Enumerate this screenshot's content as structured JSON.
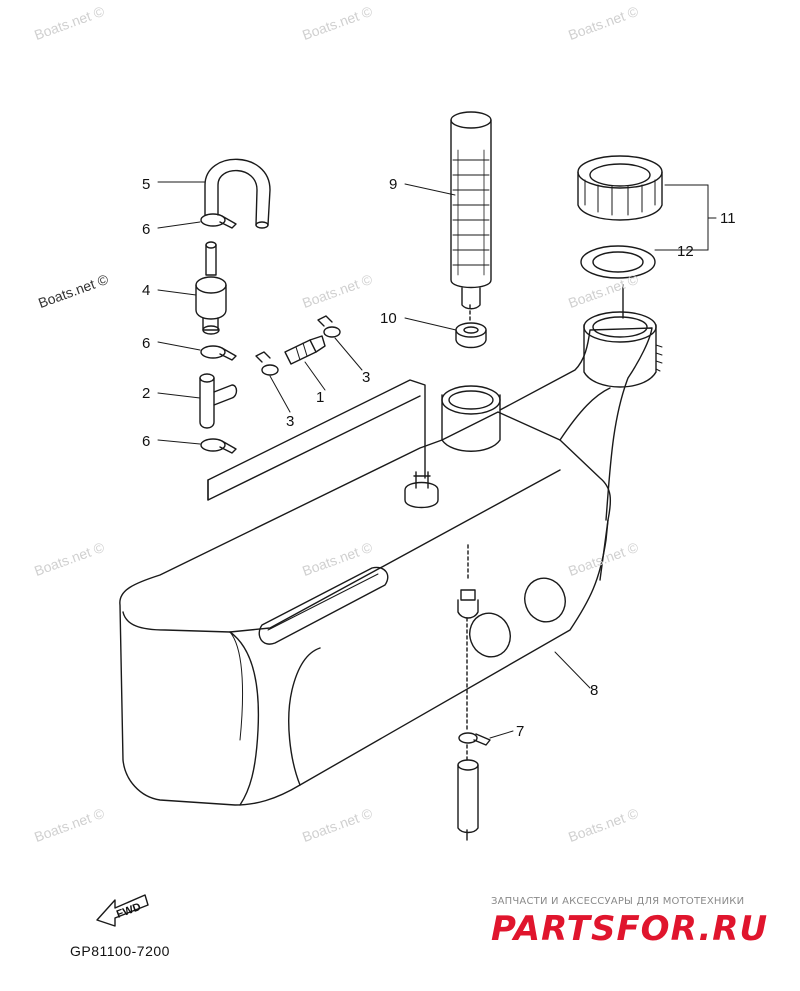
{
  "diagram": {
    "code": "GP81100-7200",
    "fwd_label": "FWD",
    "watermark_text": "Boats.net ©",
    "callouts": [
      {
        "id": "c1",
        "text": "1"
      },
      {
        "id": "c2",
        "text": "2"
      },
      {
        "id": "c3a",
        "text": "3"
      },
      {
        "id": "c3b",
        "text": "3"
      },
      {
        "id": "c4",
        "text": "4"
      },
      {
        "id": "c5",
        "text": "5"
      },
      {
        "id": "c6a",
        "text": "6"
      },
      {
        "id": "c6b",
        "text": "6"
      },
      {
        "id": "c6c",
        "text": "6"
      },
      {
        "id": "c7",
        "text": "7"
      },
      {
        "id": "c8",
        "text": "8"
      },
      {
        "id": "c9",
        "text": "9"
      },
      {
        "id": "c10",
        "text": "10"
      },
      {
        "id": "c11",
        "text": "11"
      },
      {
        "id": "c12",
        "text": "12"
      }
    ]
  },
  "branding": {
    "caption": "ЗАПЧАСТИ И АКСЕССУАРЫ ДЛЯ МОТОТЕХНИКИ",
    "logo_text": "PARTSFOR.RU",
    "logo_color": "#e0152d",
    "caption_color": "#8a8a8a"
  },
  "colors": {
    "line": "#1a1a1a",
    "watermark": "#d0d0d0"
  }
}
